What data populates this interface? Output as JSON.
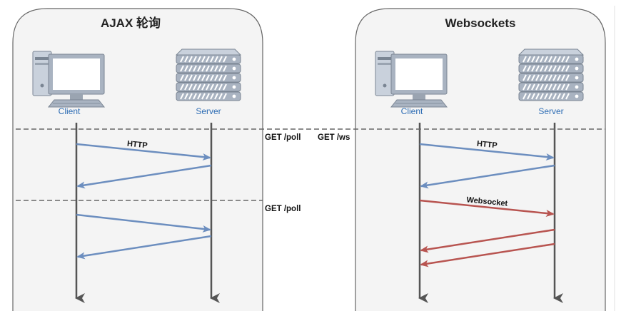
{
  "left_panel": {
    "title": "AJAX 轮询",
    "client_label": "Client",
    "server_label": "Server",
    "message_label": "HTTP",
    "request_labels": [
      "GET /poll",
      "GET /poll"
    ]
  },
  "right_panel": {
    "title": "Websockets",
    "client_label": "Client",
    "server_label": "Server",
    "http_label": "HTTP",
    "websocket_label": "Websocket",
    "request_label": "GET /ws"
  },
  "colors": {
    "panel_fill": "#f4f4f4",
    "panel_stroke": "#666666",
    "http_arrow": "#6c8ebf",
    "websocket_arrow": "#b85450",
    "lifeline": "#555555",
    "separator": "#666666"
  },
  "icons": {
    "client": "desktop-computer-icon",
    "server": "server-rack-icon"
  }
}
